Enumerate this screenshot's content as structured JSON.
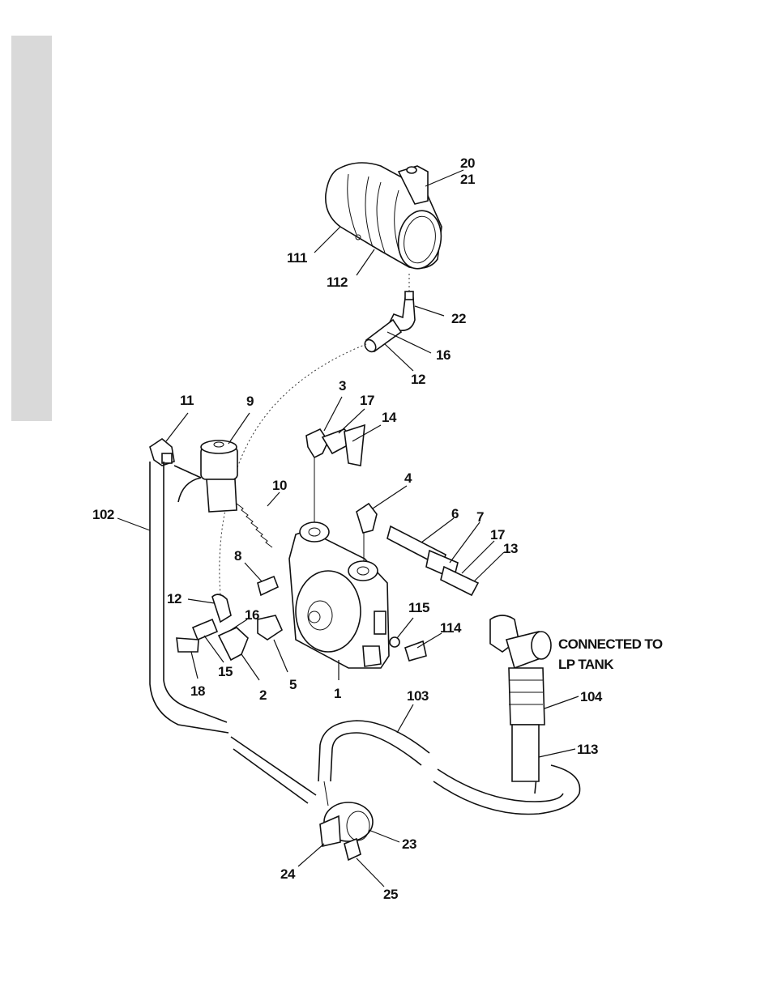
{
  "diagram": {
    "labels": {
      "l20": "20",
      "l21": "21",
      "l111": "111",
      "l112": "112",
      "l22": "22",
      "l16a": "16",
      "l12a": "12",
      "l11": "11",
      "l9": "9",
      "l3": "3",
      "l17a": "17",
      "l14": "14",
      "l4": "4",
      "l10": "10",
      "l6": "6",
      "l7": "7",
      "l17b": "17",
      "l13": "13",
      "l102": "102",
      "l8": "8",
      "l12b": "12",
      "l16b": "16",
      "l115": "115",
      "l114": "114",
      "l15": "15",
      "l18": "18",
      "l2": "2",
      "l5": "5",
      "l1": "1",
      "l103": "103",
      "l104": "104",
      "l113": "113",
      "l23": "23",
      "l24": "24",
      "l25": "25"
    },
    "note": {
      "line1": "CONNECTED TO",
      "line2": "LP TANK"
    }
  }
}
